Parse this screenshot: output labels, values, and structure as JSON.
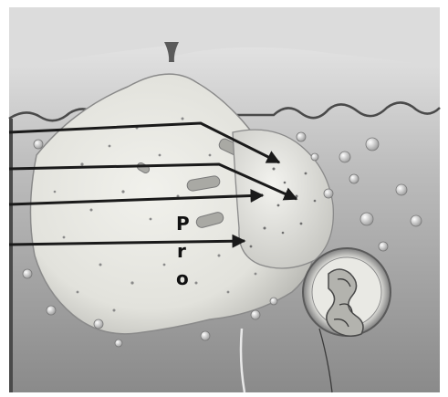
{
  "figure": {
    "letters": [
      "P",
      "r",
      "o"
    ],
    "arrow_count": 4,
    "palette": {
      "background": "#ffffff",
      "tissue_light": "#d6d6d6",
      "tissue_dark": "#6f6f6f",
      "cell_body": "#e8e8e3",
      "cell_shadow": "#9c9c9c",
      "arrow": "#1a1a1a",
      "granule": "#8a8a8a",
      "vesicle": "#f2f2f2"
    }
  }
}
